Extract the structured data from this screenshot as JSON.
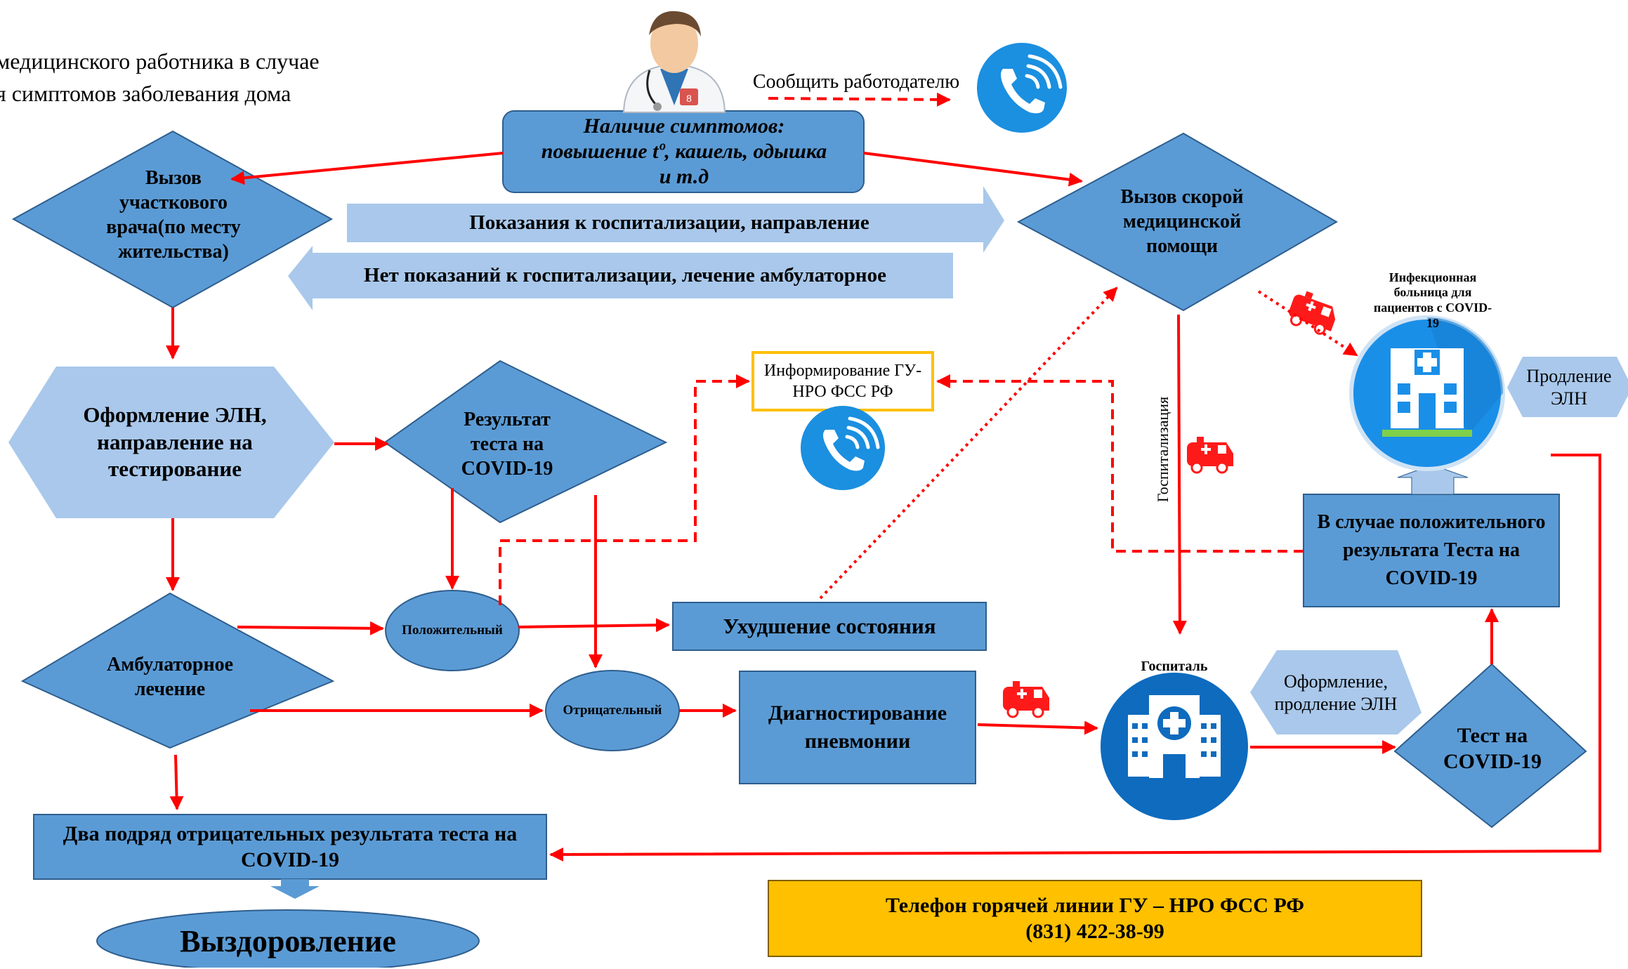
{
  "title": {
    "line1": " медицинского работника в случае",
    "line2": "я симптомов заболевания дома"
  },
  "nodes": {
    "symptoms": "Наличие симптомов: повышение tº, кашель, одышка и т.д",
    "report_employer": "Сообщить работодателю",
    "call_local_doctor": "Вызов участкового врача(по месту жительства)",
    "call_ambulance": "Вызов скорой медицинской помощи",
    "indications_hospitalization": "Показания к госпитализации, направление",
    "no_indications": "Нет показаний к госпитализации, лечение амбулаторное",
    "eln_testing": "Оформление ЭЛН, направление на тестирование",
    "test_result": "Результат теста на COVID-19",
    "informing_fss": "Информирование ГУ- НРО ФСС РФ",
    "infectious_hospital": "Инфекционная больница для пациентов с COVID-19",
    "extend_eln": "Продление ЭЛН",
    "hospitalization": "Госпитализация",
    "positive_case": "В случае положительного результата Теста на COVID-19",
    "positive": "Положительный",
    "negative": "Отрицательный",
    "worsening": "Ухудшение состояния",
    "outpatient": "Амбулаторное лечение",
    "pneumonia_diagnosis": "Диагностирование пневмонии",
    "hospital": "Госпиталь",
    "eln_register_extend": "Оформление, продление ЭЛН",
    "test_covid": "Тест на COVID-19",
    "two_negative": "Два подряд отрицательных результата теста на COVID-19",
    "recovery": "Выздоровление"
  },
  "hotline": {
    "label": "Телефон горячей линии ГУ – НРО ФСС РФ",
    "phone": "(831) 422-38-99"
  },
  "icons": [
    "doctor-icon",
    "phone-icon",
    "ambulance-icon",
    "hospital-icon"
  ],
  "colors": {
    "node_blue": "#5B9BD5",
    "node_border": "#2E5E8E",
    "arrow_red": "#FF0000",
    "light_arrow": "#A9C8EB",
    "hotline_bg": "#FFC000",
    "phone_circle": "#1B8FE0",
    "hospital_circle": "#0E6BBE"
  }
}
